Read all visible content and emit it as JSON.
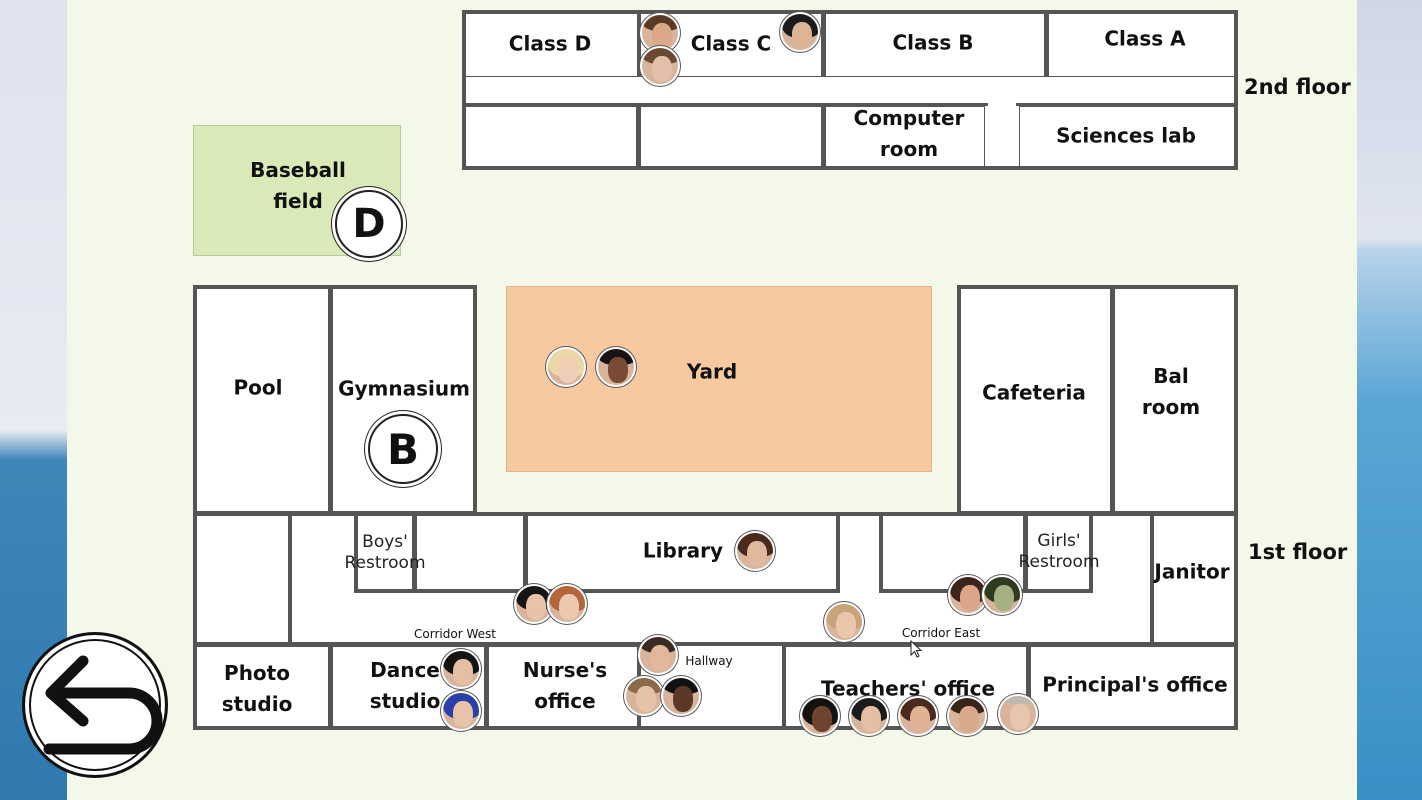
{
  "floors": {
    "second": "2nd floor",
    "first": "1st floor"
  },
  "rooms": {
    "class_d": "Class D",
    "class_c": "Class C",
    "class_b": "Class B",
    "class_a": "Class A",
    "computer_room": "Computer\nroom",
    "sciences_lab": "Sciences lab",
    "baseball_field": "Baseball\nfield",
    "pool": "Pool",
    "gymnasium": "Gymnasium",
    "yard": "Yard",
    "cafeteria": "Cafeteria",
    "bal_room": "Bal\nroom",
    "boys_restroom": "Boys'\nRestroom",
    "library": "Library",
    "girls_restroom": "Girls'\nRestroom",
    "janitor": "Janitor",
    "corridor_west": "Corridor West",
    "corridor_east": "Corridor East",
    "hallway": "Hallway",
    "photo_studio": "Photo\nstudio",
    "dance_studio": "Dance\nstudio",
    "nurses_office": "Nurse's\noffice",
    "teachers_office": "Teachers' office",
    "principals_office": "Principal's office"
  },
  "markers": {
    "baseball": "D",
    "gymnasium": "B"
  },
  "colors": {
    "baseball_field": "#d9eab8",
    "yard": "#f7c9a0",
    "wall": "#555555",
    "paper": "#f4f8e8"
  },
  "icons": {
    "back": "back-arrow-icon",
    "cursor": "mouse-cursor-icon"
  }
}
